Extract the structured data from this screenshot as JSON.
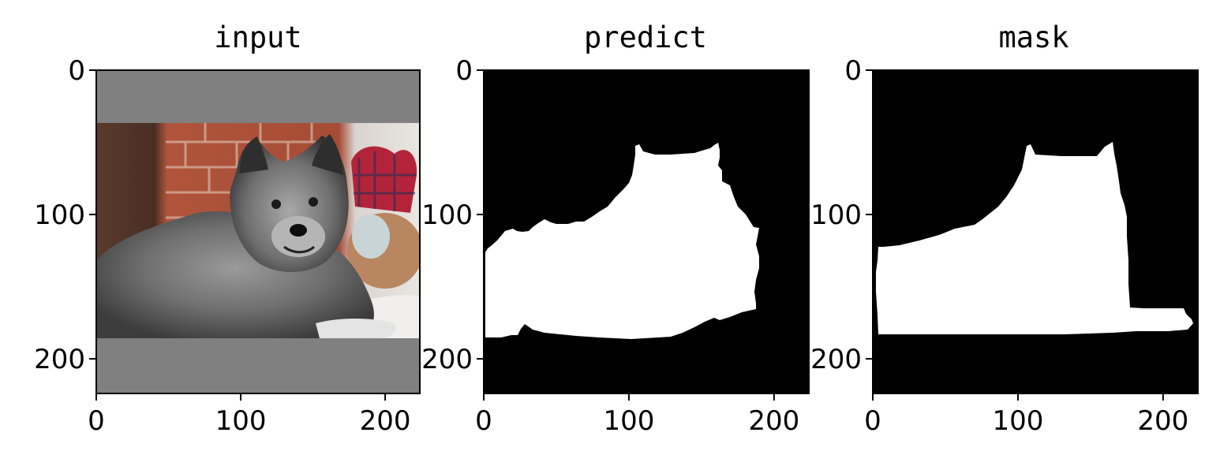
{
  "figure": {
    "background": "#ffffff"
  },
  "chart_data": [
    {
      "type": "image",
      "title": "input",
      "image_content": "photo of a grey fluffy dog lying in front of a red brick wall, letterboxed with grey bars",
      "xlim": [
        0,
        224
      ],
      "ylim": [
        224,
        0
      ],
      "xticks": [
        0,
        100,
        200
      ],
      "yticks": [
        0,
        100,
        200
      ],
      "padding_color": "#808080"
    },
    {
      "type": "image",
      "title": "predict",
      "image_content": "binary segmentation mask: white foreground on black background",
      "xlim": [
        0,
        224
      ],
      "ylim": [
        224,
        0
      ],
      "xticks": [
        0,
        100,
        200
      ],
      "yticks": [
        0,
        100,
        200
      ],
      "foreground_color": "#ffffff",
      "background_color": "#000000"
    },
    {
      "type": "image",
      "title": "mask",
      "image_content": "binary ground-truth mask: white foreground on black background",
      "xlim": [
        0,
        224
      ],
      "ylim": [
        224,
        0
      ],
      "xticks": [
        0,
        100,
        200
      ],
      "yticks": [
        0,
        100,
        200
      ],
      "foreground_color": "#ffffff",
      "background_color": "#000000"
    }
  ]
}
